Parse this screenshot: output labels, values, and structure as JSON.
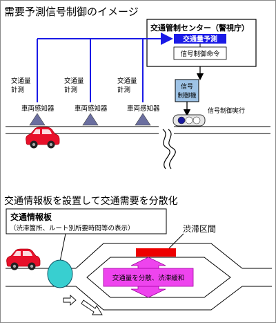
{
  "top": {
    "heading": "需要予測信号制御のイメージ",
    "center_title": "交通管制センター（警視庁）",
    "prediction_label": "交通量予測",
    "command_label": "信号制御命令",
    "controller_line1": "信号",
    "controller_line2": "制御機",
    "execute_label": "信号制御実行",
    "sensors": [
      {
        "line1": "交通量",
        "line2": "計測",
        "name": "車両感知器"
      },
      {
        "line1": "交通量",
        "line2": "計測",
        "name": "車両感知器"
      },
      {
        "line1": "交通量",
        "line2": "計測",
        "name": "車両感知器"
      }
    ]
  },
  "bottom": {
    "heading": "交通情報板を設置して交通需要を分散化",
    "board_title": "交通情報板",
    "board_subtitle": "（渋滞箇所、ルート別所要時間等の表示）",
    "congestion_label": "渋滞区間",
    "dispersal_label": "交通量を分散、渋滞緩和"
  },
  "colors": {
    "blue_line": "#1a1ae6",
    "car_red": "#e8102a",
    "triangle": "#6b6fa0",
    "controller_fill": "#9ec3e6",
    "magenta": "#ee44ee",
    "congestion_red": "#ee0000",
    "board_circle": "#38cfd0"
  }
}
